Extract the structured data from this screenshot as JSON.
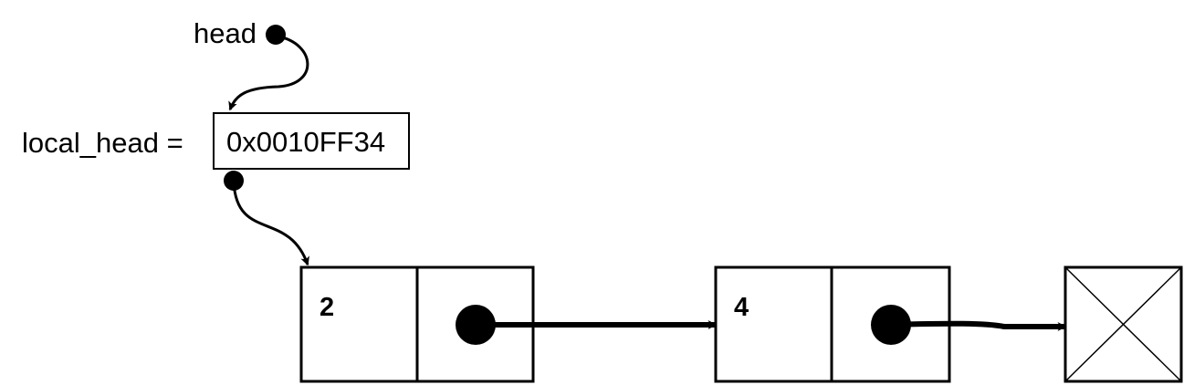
{
  "labels": {
    "head": "head",
    "local_head": "local_head =",
    "address": "0x0010FF34"
  },
  "nodes": [
    {
      "value": "2"
    },
    {
      "value": "4"
    }
  ],
  "colors": {
    "stroke": "#000000",
    "background": "#ffffff"
  }
}
